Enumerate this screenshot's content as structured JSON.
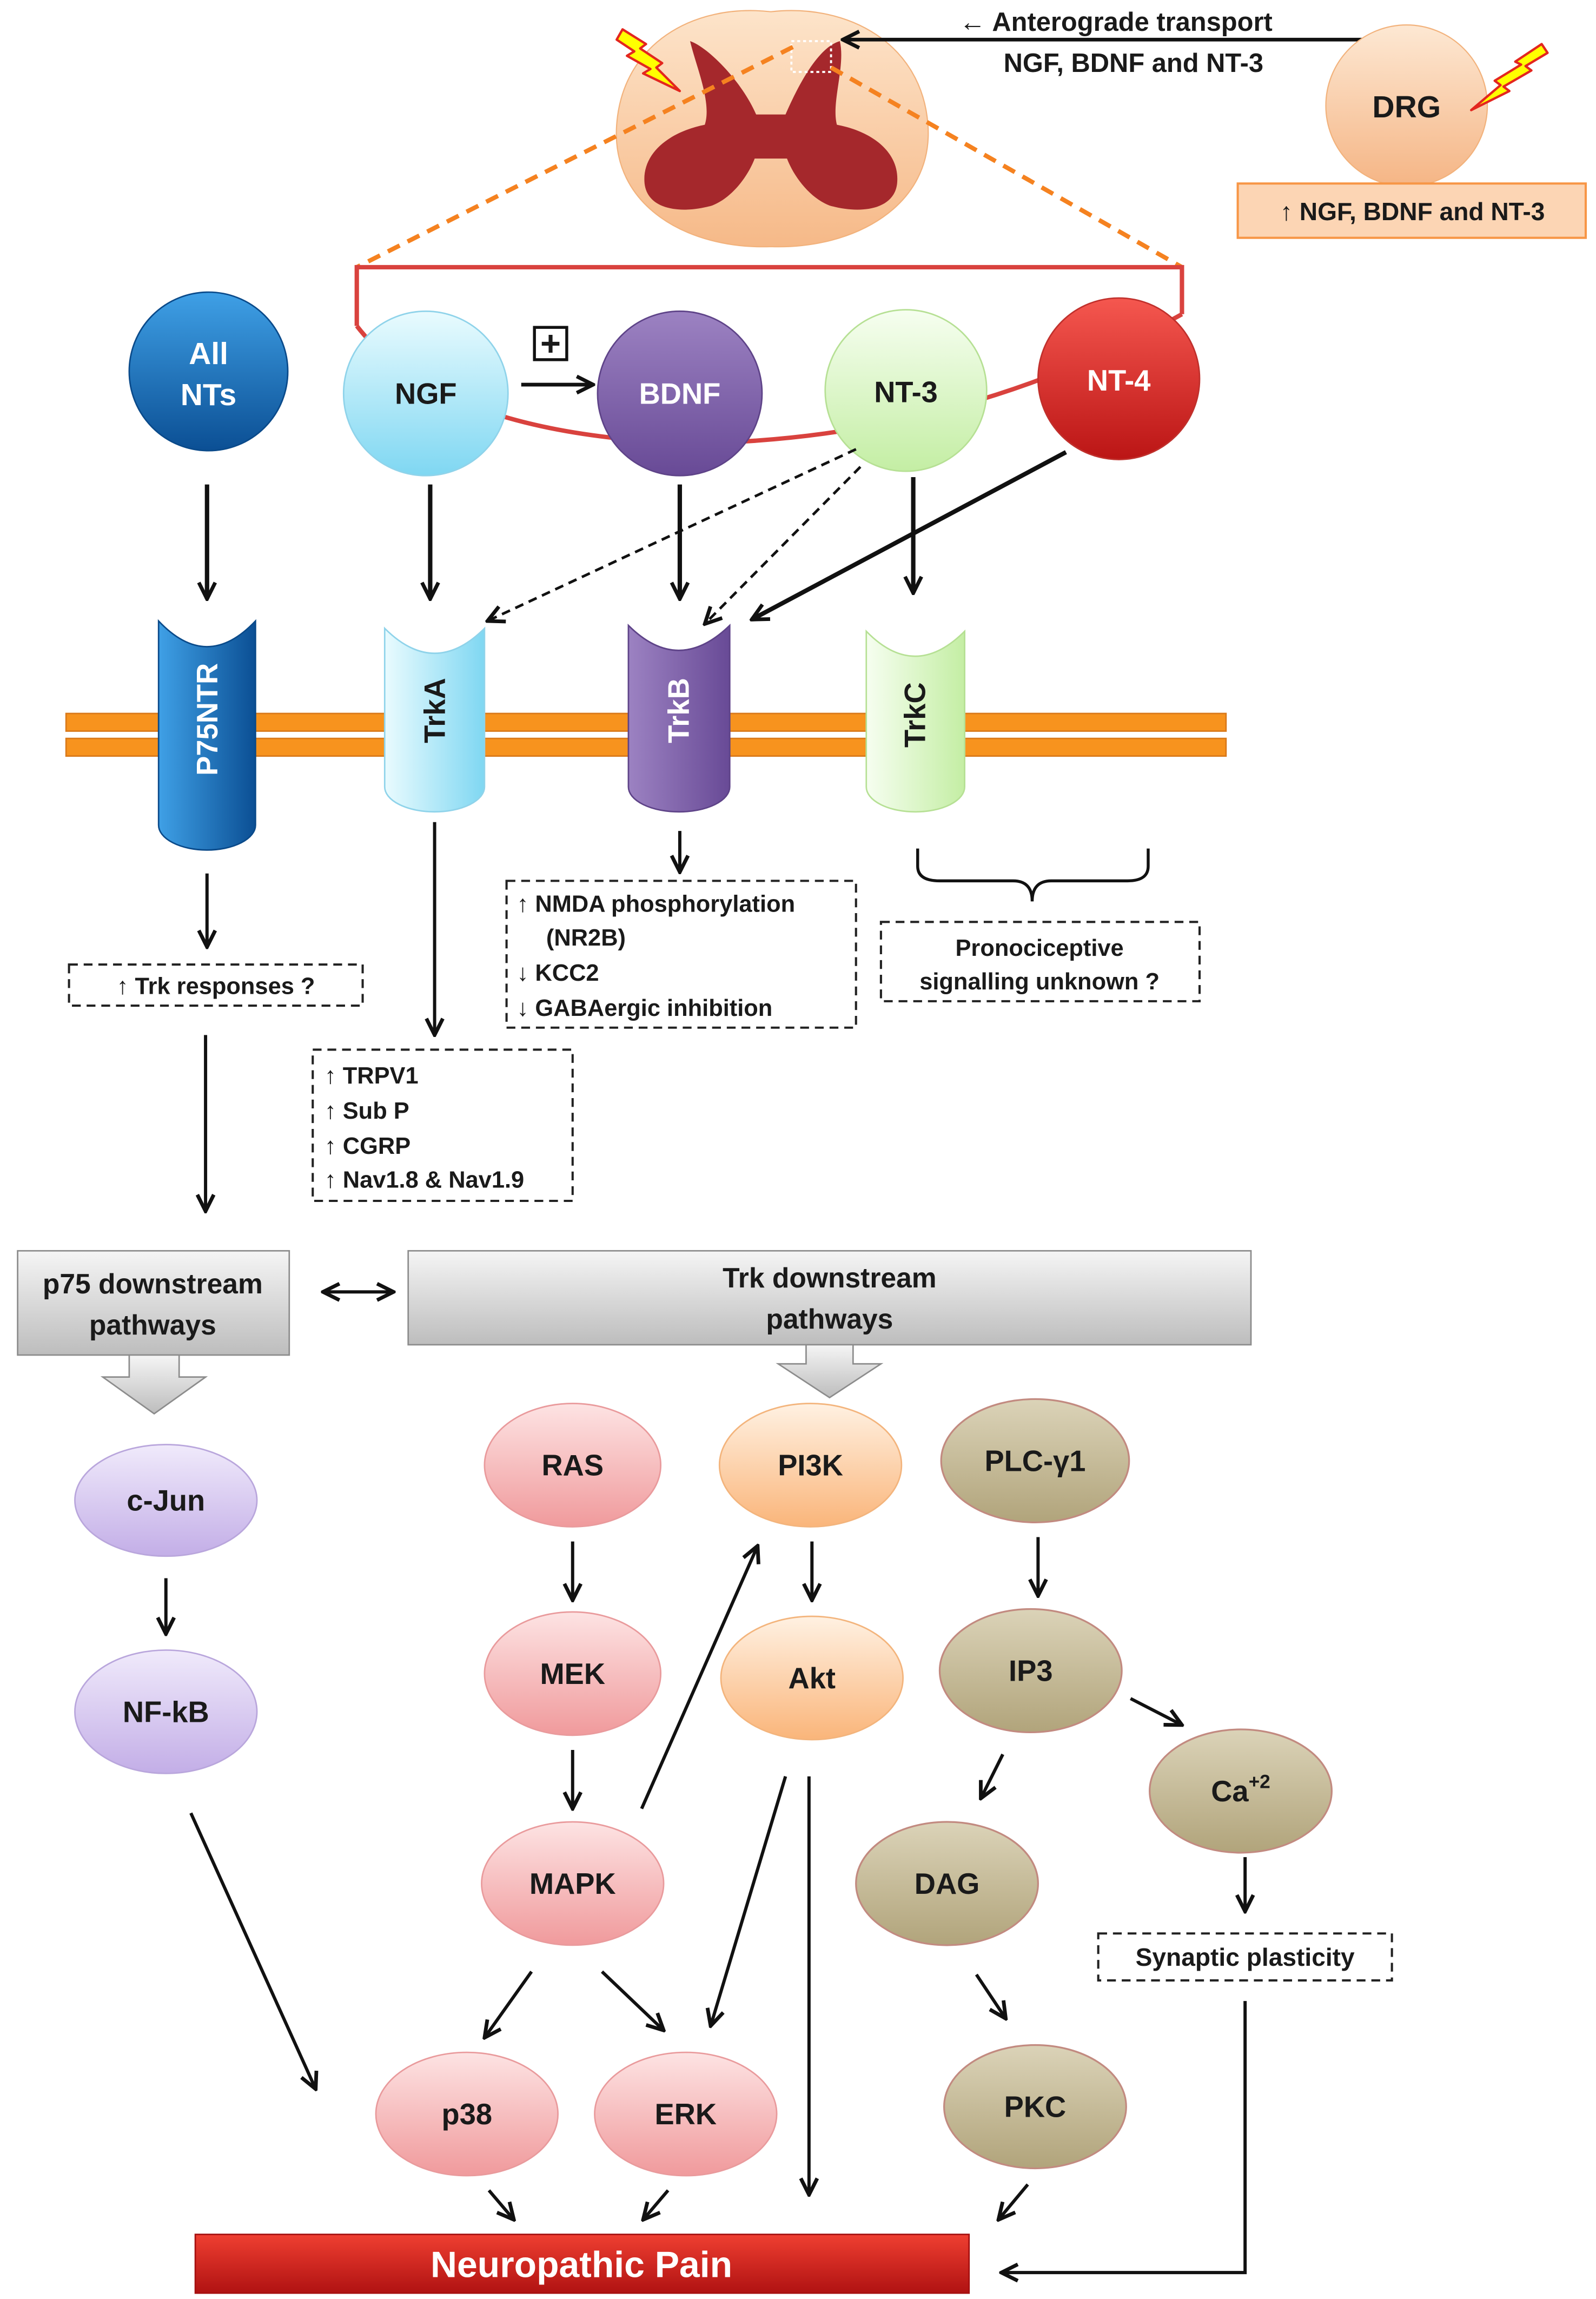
{
  "transport": {
    "line1": "← Anterograde transport",
    "line2": "NGF, BDNF and NT-3"
  },
  "drg": {
    "label": "DRG",
    "upregulation": "↑ NGF, BDNF and NT-3"
  },
  "neurotrophins": {
    "all_nts": [
      "All",
      "NTs"
    ],
    "ngf": "NGF",
    "bdnf": "BDNF",
    "nt3": "NT-3",
    "nt4": "NT-4",
    "potentiation_symbol": "+"
  },
  "receptors": {
    "p75ntr": "P75NTR",
    "trka": "TrkA",
    "trkb": "TrkB",
    "trkc": "TrkC"
  },
  "receptor_effects": {
    "p75ntr": [
      "↑ Trk responses ?"
    ],
    "trka": [
      "↑ TRPV1",
      "↑ Sub P",
      "↑ CGRP",
      "↑ Nav1.8 & Nav1.9"
    ],
    "trkb": [
      "↑ NMDA phosphorylation",
      "(NR2B)",
      "↓ KCC2",
      "↓ GABAergic inhibition"
    ],
    "trkc": [
      "Pronociceptive",
      "signalling unknown ?"
    ]
  },
  "pathways": {
    "p75": [
      "p75 downstream",
      "pathways"
    ],
    "trk": [
      "Trk downstream",
      "pathways"
    ]
  },
  "nodes": {
    "c_jun": "c-Jun",
    "nf_kb": "NF-kB",
    "ras": "RAS",
    "mek": "MEK",
    "mapk": "MAPK",
    "p38": "p38",
    "erk": "ERK",
    "pi3k": "PI3K",
    "akt": "Akt",
    "plc_gamma1": "PLC-γ1",
    "ip3": "IP3",
    "ca": {
      "base": "Ca",
      "charge": "+2"
    },
    "dag": "DAG",
    "pkc": "PKC",
    "synaptic_plasticity": "Synaptic plasticity"
  },
  "outcome": "Neuropathic Pain",
  "colors": {
    "spinal_white_matter": {
      "light": "#fde4ca",
      "dark": "#f6b988"
    },
    "spinal_gray_matter": "#a5282c",
    "drg": {
      "light": "#fde8d3",
      "dark": "#f5b585"
    },
    "drg_box_fill": "#fcd5b4",
    "dashed_guides": "#f58220",
    "bracket": "#d9423e",
    "lightning_fill": "#ffff00",
    "membrane": "#f7931e",
    "blue": {
      "light": "#3fa0e6",
      "dark": "#0b4f94"
    },
    "cyan": {
      "light": "#e9fbfe",
      "dark": "#7fd7f2"
    },
    "purple": {
      "light": "#9c82c2",
      "dark": "#684a96"
    },
    "green": {
      "light": "#f6fef0",
      "dark": "#c4eea4"
    },
    "red": {
      "light": "#f5574f",
      "dark": "#bb1515"
    },
    "lavender": {
      "light": "#f0eafb",
      "dark": "#c3aee7"
    },
    "pink": {
      "light": "#fde3e3",
      "dark": "#f09a9c"
    },
    "orange": {
      "light": "#fff1e2",
      "dark": "#fab57a"
    },
    "tan": {
      "light": "#dbd3b8",
      "dark": "#b1a47b"
    },
    "gray": {
      "light": "#f5f5f5",
      "dark": "#bdbdbd"
    },
    "pain": {
      "light": "#ef3f31",
      "dark": "#b01212"
    }
  }
}
